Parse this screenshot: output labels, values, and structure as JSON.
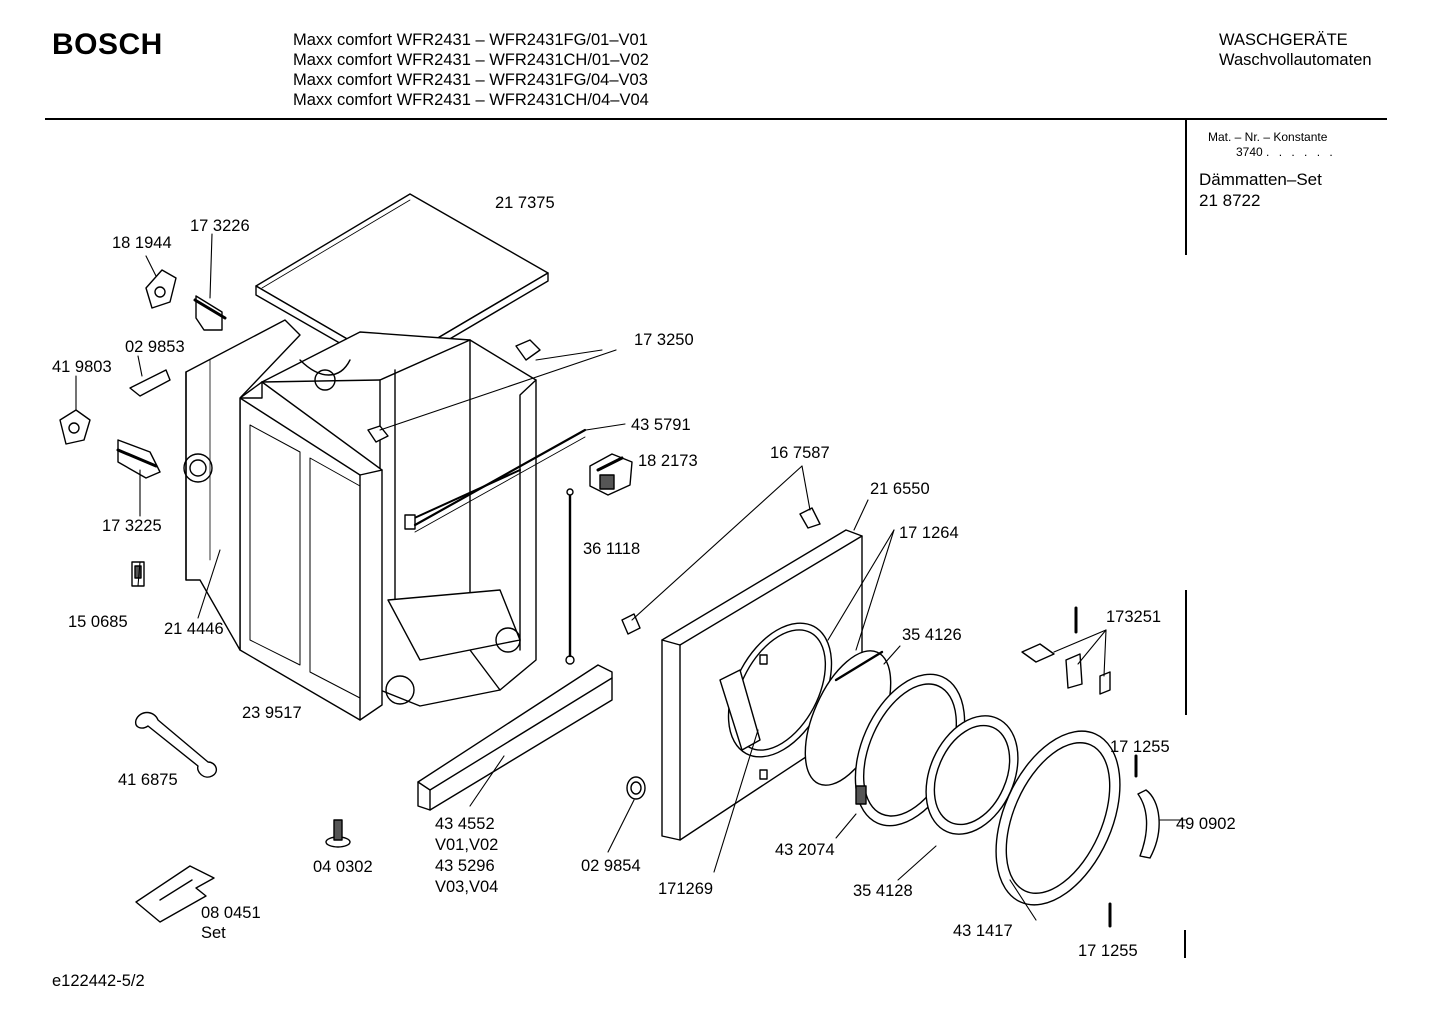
{
  "header": {
    "brand": "BOSCH",
    "models": [
      "Maxx comfort WFR2431 – WFR2431FG/01–V01",
      "Maxx comfort WFR2431 – WFR2431CH/01–V02",
      "Maxx comfort WFR2431 – WFR2431FG/04–V03",
      "Maxx comfort WFR2431 – WFR2431CH/04–V04"
    ],
    "category": "WASCHGERÄTE",
    "subcategory": "Waschvollautomaten"
  },
  "sidebar": {
    "mat_title": "Mat. – Nr. – Konstante",
    "mat_number": "3740",
    "mat_dots": ". . . . . .",
    "set_name": "Dämmatten–Set",
    "set_number": "21 8722"
  },
  "labels": {
    "p217375": "21 7375",
    "p173226": "17 3226",
    "p181944": "18 1944",
    "p029853": "02 9853",
    "p419803": "41 9803",
    "p173250": "17 3250",
    "p435791": "43 5791",
    "p182173": "18 2173",
    "p173225": "17 3225",
    "p361118": "36 1118",
    "p167587": "16 7587",
    "p216550": "21 6550",
    "p171264": "17 1264",
    "p150685": "15 0685",
    "p214446": "21 4446",
    "p354126": "35 4126",
    "p173251": "173251",
    "p239517": "23 9517",
    "p416875": "41 6875",
    "p171255a": "17 1255",
    "p490902": "49 0902",
    "p434552": "43 4552",
    "p434552v": "V01,V02",
    "p435296": "43 5296",
    "p435296v": "V03,V04",
    "p029854": "02 9854",
    "p432074": "43 2074",
    "p040302": "04 0302",
    "p171269": "171269",
    "p354128": "35 4128",
    "p080451": "08 0451",
    "p080451s": "Set",
    "p431417": "43 1417",
    "p171255b": "17 1255"
  },
  "footer": {
    "doc_id": "e122442-5/2"
  },
  "colors": {
    "line": "#000000",
    "panel": "#ffffff",
    "shade": "#555555"
  }
}
